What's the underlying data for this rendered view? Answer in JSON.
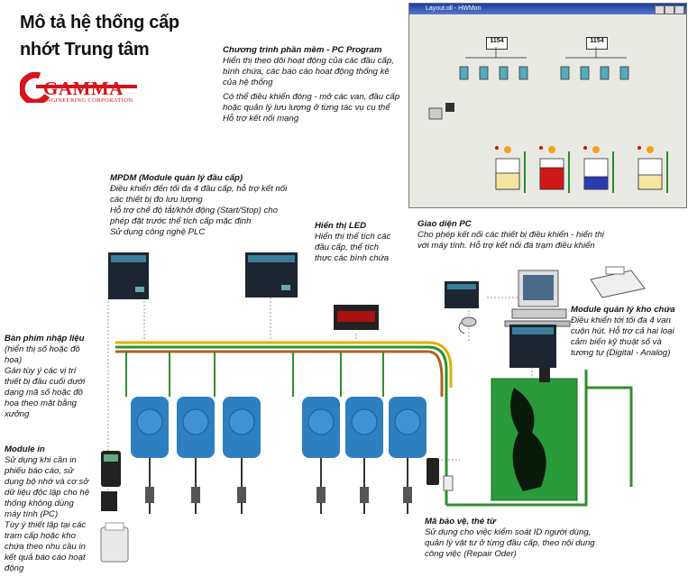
{
  "title": {
    "line1": "Mô tả hệ thống cấp",
    "line2": "nhớt Trung tâm"
  },
  "logo": {
    "name": "GAMMA",
    "tagline": "ENGINEERING CORPORATION"
  },
  "hwmon_window": {
    "title": "Layout.oll - HWMon",
    "lcd_left": "1154",
    "lcd_right": "1154"
  },
  "notes": {
    "pc_program": {
      "heading": "Chương trình phần mềm - PC Program",
      "lines": [
        "Hiển thị theo dõi hoạt động của các đầu cấp,",
        "bình chứa, các báo cáo hoạt động thống kê",
        "của hệ thống"
      ],
      "lines2": [
        "Có thể điều khiển đóng - mở các van, đầu cấp",
        "hoặc quản lý lưu lượng ở từng tác vụ cụ thể",
        "Hỗ trợ kết nối mạng"
      ]
    },
    "mpdm": {
      "heading": "MPDM (Module quản lý đầu cấp)",
      "lines": [
        "Điều khiển đến tối đa 4 đầu cấp, hỗ trợ kết nối",
        "các thiết bị đo lưu lượng",
        "Hỗ trợ chế độ tắt/khởi động (Start/Stop) cho",
        "phép đặt trước thể tích cấp mặc định",
        "Sử dụng công nghệ PLC"
      ]
    },
    "led": {
      "heading": "Hiển thị LED",
      "lines": [
        "Hiển thị thể tích các",
        "đầu cấp, thể tích",
        "thực các bình chứa"
      ]
    },
    "pc_interface": {
      "heading": "Giao diện PC",
      "lines": [
        "Cho phép kết nối các thiết bị điều khiển - hiển thị",
        "với máy tính. Hỗ trợ kết nối đa trạm điều khiển"
      ]
    },
    "tank_module": {
      "heading": "Module quản lý kho chứa",
      "lines": [
        "Điều khiển tới tối đa 4 van",
        "cuộn hút. Hỗ trợ cả hai loại",
        "cảm biến kỹ thuật số và",
        "tương tự (Digital - Analog)"
      ]
    },
    "keypad": {
      "heading": "Bàn phím nhập liệu",
      "lines": [
        "(hiển thị số hoặc đồ",
        "họa)",
        "Gán tùy ý các vị trí",
        "thiết bị đầu cuối dưới",
        "dạng mã số hoặc đồ",
        "họa theo mặt bằng",
        "xưởng"
      ]
    },
    "printer": {
      "heading": "Module in",
      "lines": [
        "Sử dụng khi cần in",
        "phiếu báo cáo, sử",
        "dụng bộ nhớ và cơ sở",
        "dữ liệu độc lập cho hệ",
        "thống không dùng",
        "máy tính (PC)",
        "Tùy ý thiết lập tại các",
        "trạm cấp hoặc kho",
        "chứa theo nhu cầu in",
        "kết quả báo cáo hoạt",
        "động"
      ]
    },
    "security": {
      "heading": "Mã bảo vệ, thẻ từ",
      "lines": [
        "Sử dụng cho việc kiểm soát ID người dùng,",
        "quản lý vật tư ở từng đầu cấp, theo nội dung",
        "công việc (Repair Oder)"
      ]
    }
  }
}
